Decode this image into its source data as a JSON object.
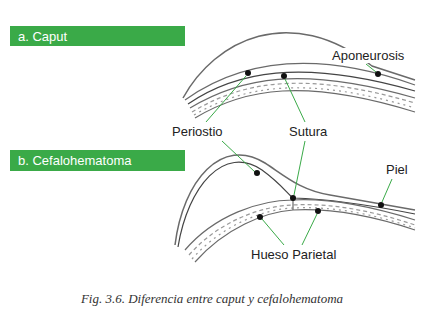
{
  "diagram": {
    "caption": "Fig. 3.6. Diferencia entre caput y cefalohematoma",
    "nodes": [
      {
        "text": [
          "a. Caput"
        ]
      },
      {
        "text": [
          "b. Cefalohematoma"
        ]
      }
    ],
    "labels": [
      "Aponeurosis",
      "Periostio",
      "Sutura",
      "Piel",
      "Hueso Parietal"
    ]
  }
}
